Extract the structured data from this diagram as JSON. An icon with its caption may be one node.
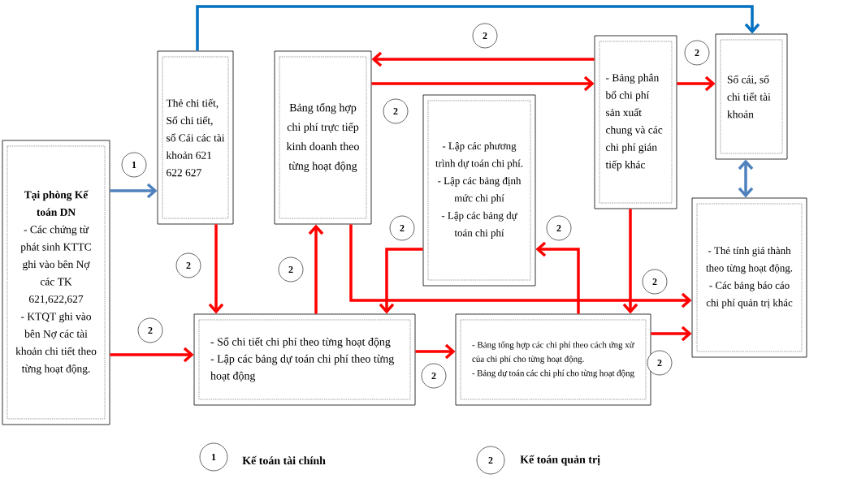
{
  "diagram": {
    "nodes": [
      {
        "text": [
          "Tại phòng Kế toán DN",
          "- Các chứng từ phát sinh KTTC ghi vào bên Nợ các TK 621,622,627",
          "- KTQT ghi vào bên Nợ các tài khoản chi tiết theo từng hoạt động."
        ]
      },
      {
        "text": [
          "Thẻ chi tiết, Sổ chi tiết, sổ Cái các tài khoản 621 622 627"
        ]
      },
      {
        "text": [
          "Bảng tổng hợp chi phí trực tiếp kinh doanh theo từng hoạt động"
        ]
      },
      {
        "text": [
          "- Lập các phương trình dự toán chi phí.",
          "- Lập các bảng định mức chi phí",
          "- Lập các bảng dự toán chi phí"
        ]
      },
      {
        "text": [
          "- Bảng phân bổ chi phí sản xuất chung và các chi phí gián tiếp khác"
        ]
      },
      {
        "text": [
          "Sổ cái, sổ chi tiết tài khoản"
        ]
      },
      {
        "text": [
          "- Thẻ tính giá thành theo từng hoạt động.",
          "- Các bảng báo cáo chi phí quản trị khác"
        ]
      },
      {
        "text": [
          "- Sổ chi tiết chi phí theo từng hoạt động",
          "- Lập các bảng dự toán chi phí theo từng hoạt động"
        ]
      },
      {
        "text": [
          "- Bảng tổng hợp các chi phí theo cách ứng xử của chi phí cho từng hoạt động.",
          "- Bảng dự toán các chi phí cho từng hoạt động"
        ]
      }
    ],
    "edges": [
      {
        "from": 0,
        "to": 1,
        "arrow": "to",
        "label": "1",
        "color": "#4f81bd"
      },
      {
        "from": 1,
        "to": 5,
        "arrow": "to",
        "color": "#0070c0"
      },
      {
        "from": 0,
        "to": 7,
        "arrow": "to",
        "label": "2"
      },
      {
        "from": 1,
        "to": 7,
        "arrow": "to",
        "label": "2"
      },
      {
        "from": 7,
        "to": 2,
        "arrow": "to",
        "label": "2"
      },
      {
        "from": 2,
        "to": 4,
        "arrow": "to",
        "label": "2"
      },
      {
        "from": 4,
        "to": 2,
        "arrow": "to",
        "label": "2"
      },
      {
        "from": 4,
        "to": 5,
        "arrow": "to",
        "label": "2"
      },
      {
        "from": 5,
        "to": 6,
        "arrow": "both",
        "color": "#4f81bd"
      },
      {
        "from": 2,
        "to": 6,
        "arrow": "to",
        "label": "2"
      },
      {
        "from": 3,
        "to": 7,
        "arrow": "to",
        "label": "2"
      },
      {
        "from": 8,
        "to": 3,
        "arrow": "to",
        "label": "2"
      },
      {
        "from": 4,
        "to": 8,
        "arrow": "to"
      },
      {
        "from": 7,
        "to": 8,
        "arrow": "to",
        "label": "2"
      },
      {
        "from": 8,
        "to": 6,
        "arrow": "to",
        "label": "2"
      }
    ],
    "labels": [
      "1",
      "2"
    ],
    "legend": [
      {
        "text": "Kế toán tài chính"
      },
      {
        "text": "Kế toán quản trị"
      }
    ]
  }
}
